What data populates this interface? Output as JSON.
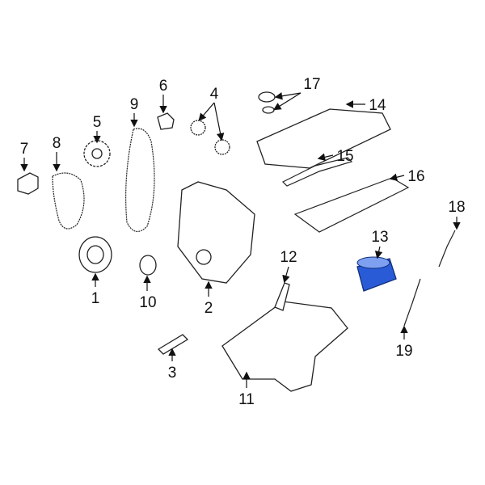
{
  "callouts": [
    {
      "id": "1",
      "label": "1"
    },
    {
      "id": "2",
      "label": "2"
    },
    {
      "id": "3",
      "label": "3"
    },
    {
      "id": "4",
      "label": "4"
    },
    {
      "id": "5",
      "label": "5"
    },
    {
      "id": "6",
      "label": "6"
    },
    {
      "id": "7",
      "label": "7"
    },
    {
      "id": "8",
      "label": "8"
    },
    {
      "id": "9",
      "label": "9"
    },
    {
      "id": "10",
      "label": "10"
    },
    {
      "id": "11",
      "label": "11"
    },
    {
      "id": "12",
      "label": "12"
    },
    {
      "id": "13",
      "label": "13"
    },
    {
      "id": "14",
      "label": "14"
    },
    {
      "id": "15",
      "label": "15"
    },
    {
      "id": "16",
      "label": "16"
    },
    {
      "id": "17",
      "label": "17"
    },
    {
      "id": "18",
      "label": "18"
    },
    {
      "id": "19",
      "label": "19"
    }
  ],
  "highlight": {
    "part": "13",
    "color": "#2a5bd7"
  },
  "colors": {
    "line": "#222222",
    "background": "#ffffff"
  }
}
